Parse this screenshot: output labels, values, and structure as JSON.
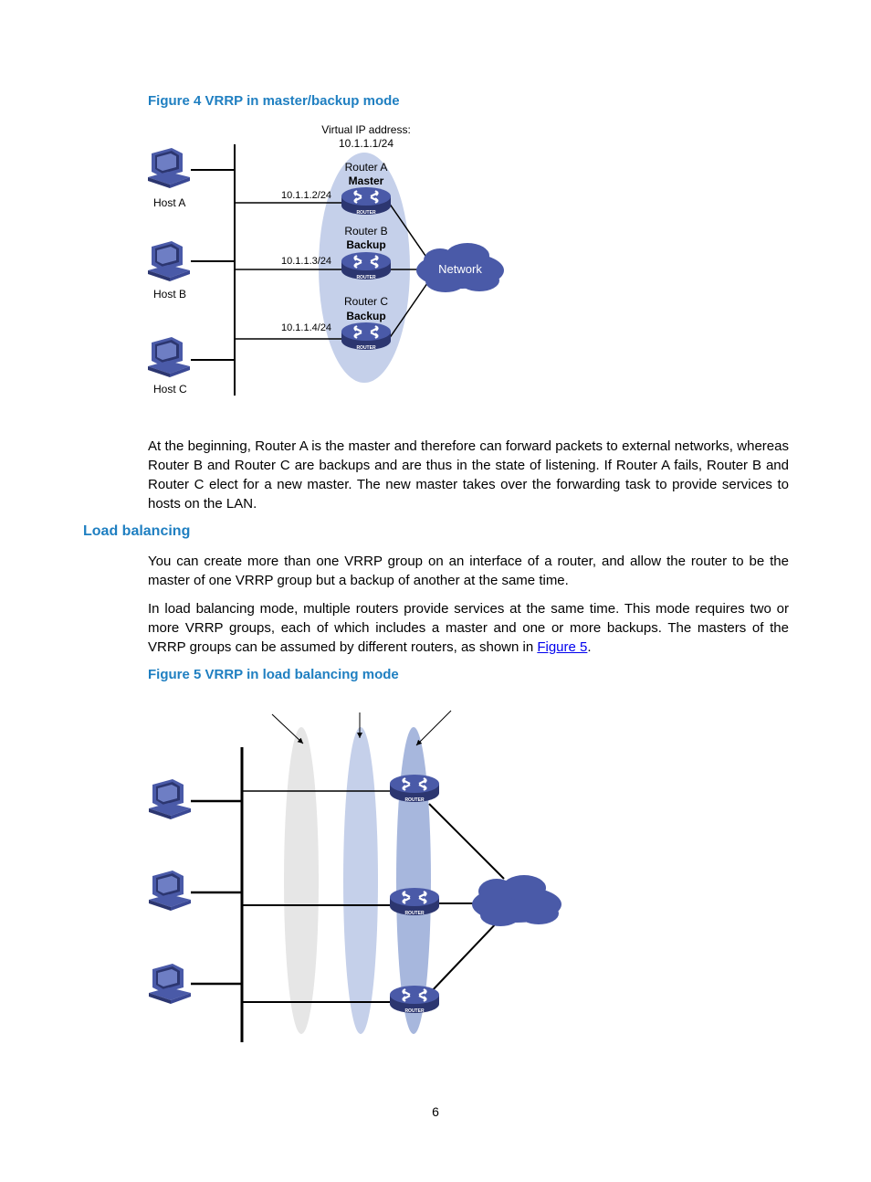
{
  "figure4": {
    "caption": "Figure 4 VRRP in master/backup mode",
    "virtual_ip_label": "Virtual IP address:",
    "virtual_ip_value": "10.1.1.1/24",
    "hosts": [
      "Host A",
      "Host B",
      "Host C"
    ],
    "routers": [
      {
        "name": "Router A",
        "role": "Master",
        "ip": "10.1.1.2/24"
      },
      {
        "name": "Router B",
        "role": "Backup",
        "ip": "10.1.1.3/24"
      },
      {
        "name": "Router C",
        "role": "Backup",
        "ip": "10.1.1.4/24"
      }
    ],
    "network_label": "Network",
    "router_badge": "ROUTER"
  },
  "paragraph1": "At the beginning, Router A is the master and therefore can forward packets to external networks, whereas Router B and Router C are backups and are thus in the state of listening. If Router A fails, Router B and Router C elect for a new master. The new master takes over the forwarding task to provide services to hosts on the LAN.",
  "section": {
    "title": "Load balancing"
  },
  "paragraph2": "You can create more than one VRRP group on an interface of a router, and allow the router to be the master of one VRRP group but a backup of another at the same time.",
  "paragraph3": {
    "text_before_link": "In load balancing mode, multiple routers provide services at the same time. This mode requires two or more VRRP groups, each of which includes a master and one or more backups. The masters of the VRRP groups can be assumed by different routers, as shown in ",
    "link_text": "Figure 5",
    "text_after_link": "."
  },
  "figure5": {
    "caption": "Figure 5 VRRP in load balancing mode",
    "router_badge": "ROUTER"
  },
  "page_number": "6",
  "colors": {
    "heading_blue": "#1f7fc1",
    "router_blue": "#4a5aa8",
    "cloud_blue": "#4a5aa8",
    "group_ellipse_fig4": "#c5d0ea",
    "group1_ellipse": "#e6e6e6",
    "group2_ellipse": "#c5d0ea",
    "group3_ellipse": "#a7b7dd"
  }
}
